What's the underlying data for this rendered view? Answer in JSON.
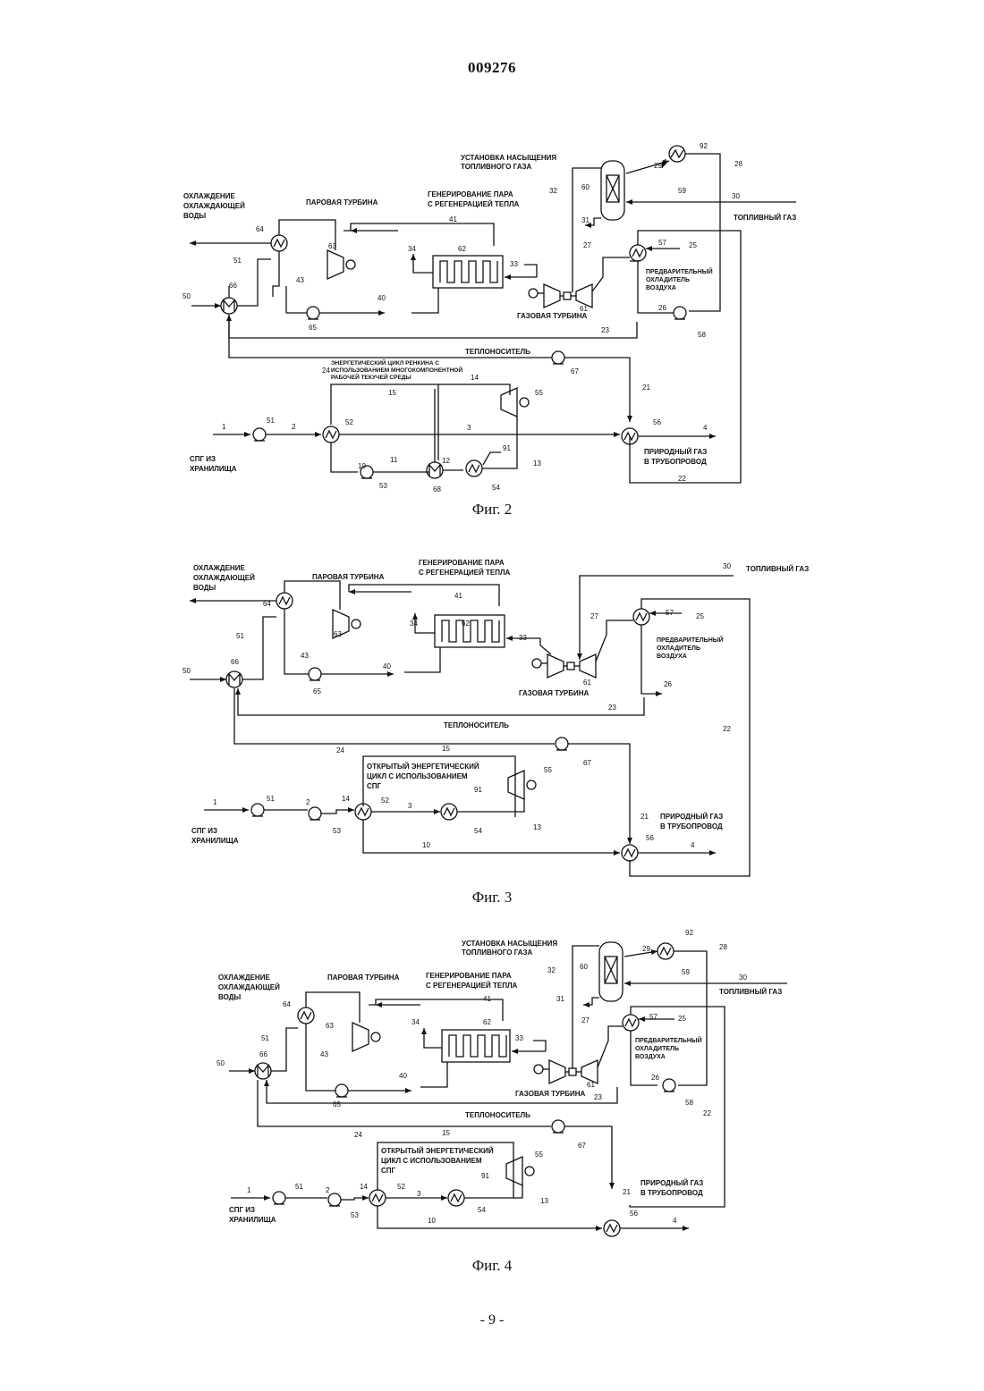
{
  "header": {
    "doc_number": "009276"
  },
  "footer": {
    "page_number": "- 9 -"
  },
  "fig2": {
    "caption": "Фиг. 2",
    "labels": {
      "fuel_saturation_1": "УСТАНОВКА НАСЫЩЕНИЯ",
      "fuel_saturation_2": "ТОПЛИВНОГО ГАЗА",
      "cooling_1": "ОХЛАЖДЕНИЕ",
      "cooling_2": "ОХЛАЖДАЮЩЕЙ",
      "cooling_3": "ВОДЫ",
      "steam_turbine": "ПАРОВАЯ ТУРБИНА",
      "hrsg_1": "ГЕНЕРИРОВАНИЕ ПАРА",
      "hrsg_2": "С РЕГЕНЕРАЦИЕЙ ТЕПЛА",
      "fuel_gas": "ТОПЛИВНЫЙ ГАЗ",
      "air_precooler_1": "ПРЕДВАРИТЕЛЬНЫЙ",
      "air_precooler_2": "ОХЛАДИТЕЛЬ",
      "air_precooler_3": "ВОЗДУХА",
      "gas_turbine": "ГАЗОВАЯ ТУРБИНА",
      "heat_carrier": "ТЕПЛОНОСИТЕЛЬ",
      "rankine_1": "ЭНЕРГЕТИЧЕСКИЙ ЦИКЛ РЕНКИНА С",
      "rankine_2": "ИСПОЛЬЗОВАНИЕМ МНОГОКОМПОНЕНТНОЙ",
      "rankine_3": "РАБОЧЕЙ ТЕКУЧЕЙ СРЕДЫ",
      "lng_1": "СПГ ИЗ",
      "lng_2": "ХРАНИЛИЩА",
      "pipeline_1": "ПРИРОДНЫЙ ГАЗ",
      "pipeline_2": "В ТРУБОПРОВОД"
    },
    "refs": {
      "r92": "92",
      "r29": "29",
      "r28": "28",
      "r60": "60",
      "r59": "59",
      "r32": "32",
      "r30": "30",
      "r31": "31",
      "r64": "64",
      "r41": "41",
      "r34": "34",
      "r62": "62",
      "r27": "27",
      "r57": "57",
      "r25": "25",
      "r63": "63",
      "r51": "51",
      "r33": "33",
      "r50": "50",
      "r66": "66",
      "r43": "43",
      "r40": "40",
      "r61": "61",
      "r26": "26",
      "r65": "65",
      "r58": "58",
      "r23": "23",
      "r67": "67",
      "r24": "24",
      "r14": "14",
      "r55": "55",
      "r15": "15",
      "r21": "21",
      "r1": "1",
      "r51b": "51",
      "r2": "2",
      "r52": "52",
      "r3": "3",
      "r56": "56",
      "r4": "4",
      "r11": "11",
      "r91": "91",
      "r10": "10",
      "r12": "12",
      "r13": "13",
      "r53": "53",
      "r68": "68",
      "r54": "54",
      "r22": "22"
    }
  },
  "fig3": {
    "caption": "Фиг. 3",
    "labels": {
      "cooling_1": "ОХЛАЖДЕНИЕ",
      "cooling_2": "ОХЛАЖДАЮЩЕЙ",
      "cooling_3": "ВОДЫ",
      "steam_turbine": "ПАРОВАЯ ТУРБИНА",
      "hrsg_1": "ГЕНЕРИРОВАНИЕ ПАРА",
      "hrsg_2": "С РЕГЕНЕРАЦИЕЙ ТЕПЛА",
      "fuel_gas": "ТОПЛИВНЫЙ ГАЗ",
      "air_precooler_1": "ПРЕДВАРИТЕЛЬНЫЙ",
      "air_precooler_2": "ОХЛАДИТЕЛЬ",
      "air_precooler_3": "ВОЗДУХА",
      "gas_turbine": "ГАЗОВАЯ ТУРБИНА",
      "heat_carrier": "ТЕПЛОНОСИТЕЛЬ",
      "open_cycle_1": "ОТКРЫТЫЙ ЭНЕРГЕТИЧЕСКИЙ",
      "open_cycle_2": "ЦИКЛ С ИСПОЛЬЗОВАНИЕМ",
      "open_cycle_3": "СПГ",
      "lng_1": "СПГ ИЗ",
      "lng_2": "ХРАНИЛИЩА",
      "pipeline_1": "ПРИРОДНЫЙ ГАЗ",
      "pipeline_2": "В ТРУБОПРОВОД"
    },
    "refs": {
      "r30": "30",
      "r64": "64",
      "r41": "41",
      "r63": "63",
      "r34": "34",
      "r62": "62",
      "r27": "27",
      "r57": "57",
      "r25": "25",
      "r51": "51",
      "r43": "43",
      "r33": "33",
      "r50": "50",
      "r66": "66",
      "r40": "40",
      "r61": "61",
      "r26": "26",
      "r65": "65",
      "r23": "23",
      "r22": "22",
      "r24": "24",
      "r15": "15",
      "r67": "67",
      "r55": "55",
      "r91": "91",
      "r1": "1",
      "r51b": "51",
      "r2": "2",
      "r14": "14",
      "r52": "52",
      "r3": "3",
      "r21": "21",
      "r54": "54",
      "r13": "13",
      "r53": "53",
      "r10": "10",
      "r56": "56",
      "r4": "4"
    }
  },
  "fig4": {
    "caption": "Фиг. 4",
    "labels": {
      "fuel_saturation_1": "УСТАНОВКА НАСЫЩЕНИЯ",
      "fuel_saturation_2": "ТОПЛИВНОГО ГАЗА",
      "cooling_1": "ОХЛАЖДЕНИЕ",
      "cooling_2": "ОХЛАЖДАЮЩЕЙ",
      "cooling_3": "ВОДЫ",
      "steam_turbine": "ПАРОВАЯ ТУРБИНА",
      "hrsg_1": "ГЕНЕРИРОВАНИЕ ПАРА",
      "hrsg_2": "С РЕГЕНЕРАЦИЕЙ ТЕПЛА",
      "fuel_gas": "ТОПЛИВНЫЙ ГАЗ",
      "air_precooler_1": "ПРЕДВАРИТЕЛЬНЫЙ",
      "air_precooler_2": "ОХЛАДИТЕЛЬ",
      "air_precooler_3": "ВОЗДУХА",
      "gas_turbine": "ГАЗОВАЯ ТУРБИНА",
      "heat_carrier": "ТЕПЛОНОСИТЕЛЬ",
      "open_cycle_1": "ОТКРЫТЫЙ ЭНЕРГЕТИЧЕСКИЙ",
      "open_cycle_2": "ЦИКЛ С ИСПОЛЬЗОВАНИЕМ",
      "open_cycle_3": "СПГ",
      "lng_1": "СПГ ИЗ",
      "lng_2": "ХРАНИЛИЩА",
      "pipeline_1": "ПРИРОДНЫЙ ГАЗ",
      "pipeline_2": "В ТРУБОПРОВОД"
    },
    "refs": {
      "r92": "92",
      "r29": "29",
      "r28": "28",
      "r60": "60",
      "r59": "59",
      "r32": "32",
      "r30": "30",
      "r31": "31",
      "r64": "64",
      "r41": "41",
      "r63": "63",
      "r34": "34",
      "r62": "62",
      "r27": "27",
      "r57": "57",
      "r25": "25",
      "r51": "51",
      "r43": "43",
      "r33": "33",
      "r50": "50",
      "r66": "66",
      "r40": "40",
      "r61": "61",
      "r26": "26",
      "r65": "65",
      "r58": "58",
      "r23": "23",
      "r22": "22",
      "r67": "67",
      "r24": "24",
      "r15": "15",
      "r55": "55",
      "r91": "91",
      "r1": "1",
      "r51b": "51",
      "r2": "2",
      "r14": "14",
      "r52": "52",
      "r3": "3",
      "r21": "21",
      "r54": "54",
      "r13": "13",
      "r53": "53",
      "r10": "10",
      "r56": "56",
      "r4": "4"
    }
  }
}
